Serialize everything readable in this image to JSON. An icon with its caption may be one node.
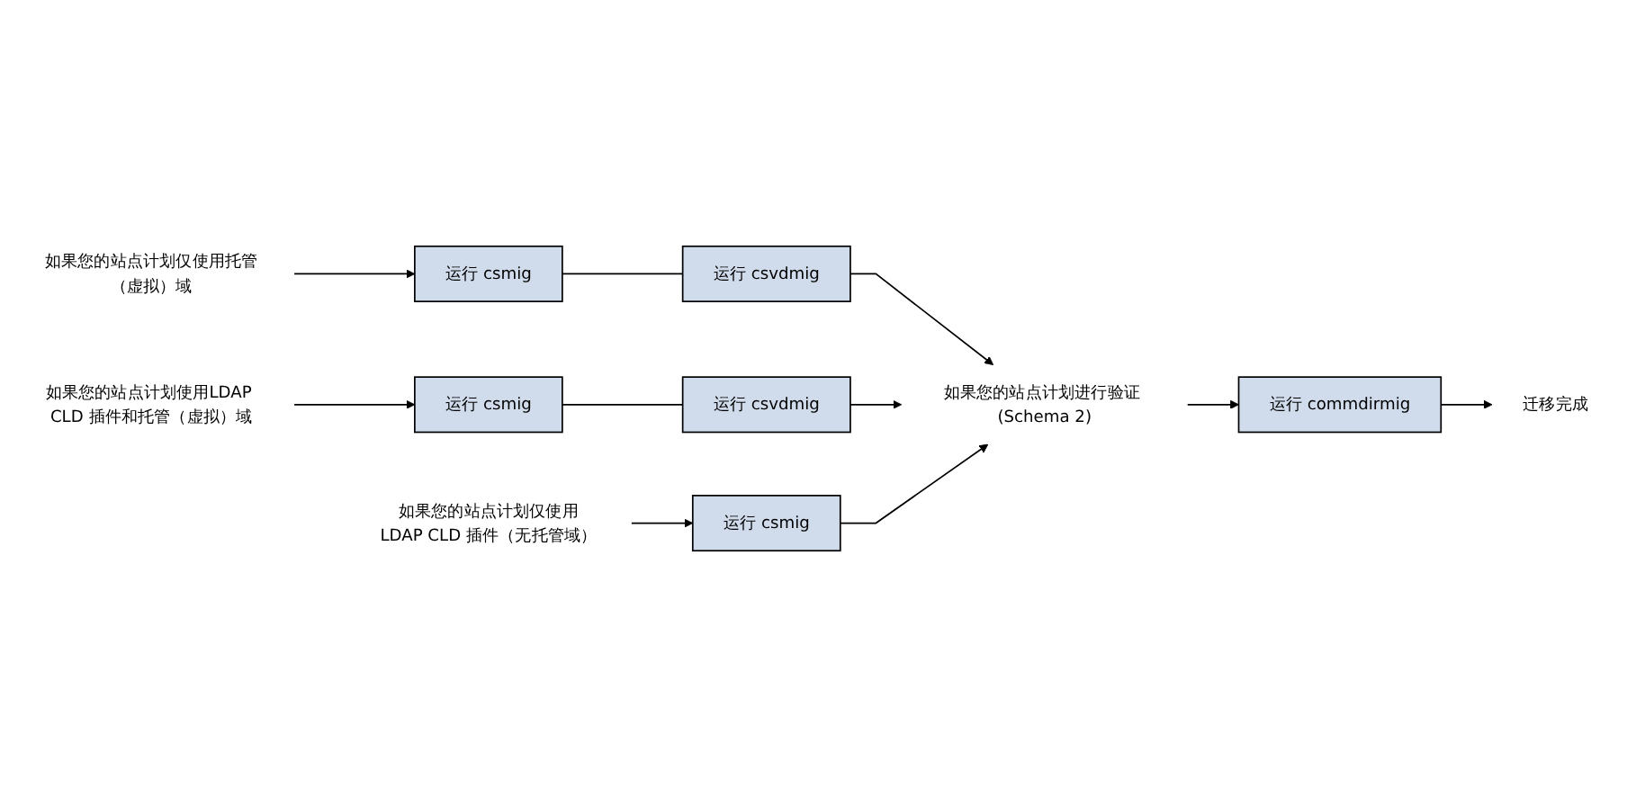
{
  "diagram": {
    "nodes": [
      {
        "text": [
          "如果您的站点计划仅使用托管（虚拟）域"
        ]
      },
      {
        "text": [
          "运行 csmig"
        ]
      },
      {
        "text": [
          "运行 csvdmig"
        ]
      },
      {
        "text": [
          "如果您的站点计划使用LDAP CLD 插件和托管（虚拟）域"
        ]
      },
      {
        "text": [
          "运行 csmig"
        ]
      },
      {
        "text": [
          "运行 csvdmig"
        ]
      },
      {
        "text": [
          "如果您的站点计划仅使用LDAP CLD 插件（无托管域）"
        ]
      },
      {
        "text": [
          "运行 csmig"
        ]
      },
      {
        "text": [
          "如果您的站点计划进行验证 (Schema 2)"
        ]
      },
      {
        "text": [
          "运行 commdirmig"
        ]
      },
      {
        "text": [
          "迁移完成"
        ]
      }
    ],
    "edges": [
      {
        "from": 0,
        "to": 1,
        "arrow": "to"
      },
      {
        "from": 1,
        "to": 2,
        "arrow": "none"
      },
      {
        "from": 2,
        "to": 8,
        "arrow": "to"
      },
      {
        "from": 3,
        "to": 4,
        "arrow": "to"
      },
      {
        "from": 4,
        "to": 5,
        "arrow": "none"
      },
      {
        "from": 5,
        "to": 8,
        "arrow": "to"
      },
      {
        "from": 6,
        "to": 7,
        "arrow": "to"
      },
      {
        "from": 7,
        "to": 8,
        "arrow": "to"
      },
      {
        "from": 8,
        "to": 9,
        "arrow": "to"
      },
      {
        "from": 9,
        "to": 10,
        "arrow": "to"
      }
    ]
  }
}
